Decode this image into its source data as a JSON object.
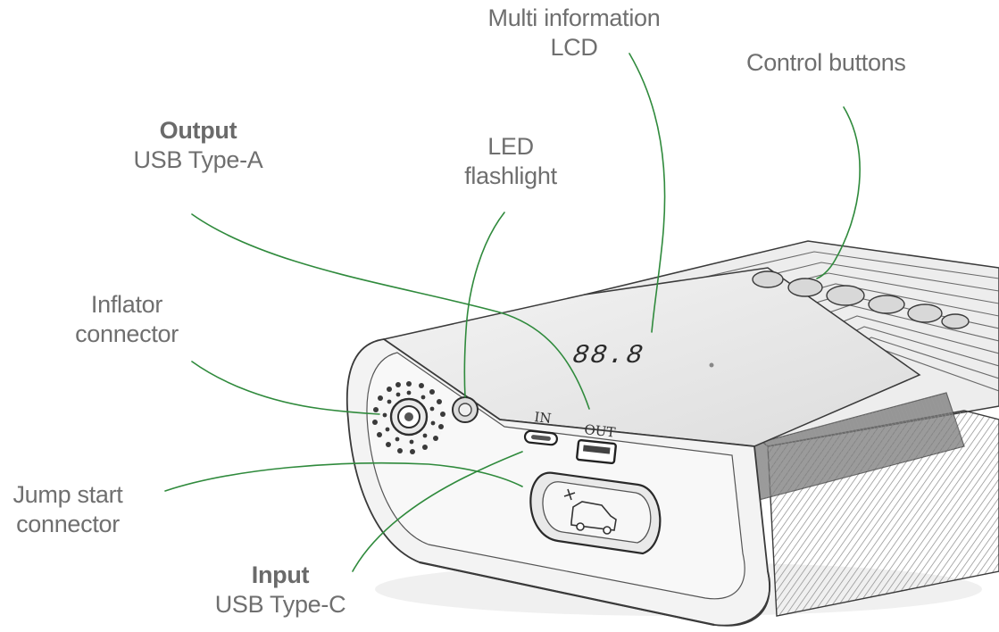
{
  "labels": {
    "lcd": {
      "line1": "Multi information",
      "line2": "LCD"
    },
    "control_buttons": "Control buttons",
    "output": {
      "title": "Output",
      "subtitle": "USB Type-A"
    },
    "led": {
      "line1": "LED",
      "line2": "flashlight"
    },
    "inflator": {
      "line1": "Inflator",
      "line2": "connector"
    },
    "jump_start": {
      "line1": "Jump start",
      "line2": "connector"
    },
    "input": {
      "title": "Input",
      "subtitle": "USB Type-C"
    }
  },
  "device": {
    "port_in_label": "IN",
    "port_out_label": "OUT",
    "lcd_readout": "88.8"
  },
  "colors": {
    "leader_line": "#2f8a3c",
    "label_text": "#6f6f6f",
    "sketch_stroke": "#3a3a3a",
    "shadow": "#9a9a9a"
  }
}
